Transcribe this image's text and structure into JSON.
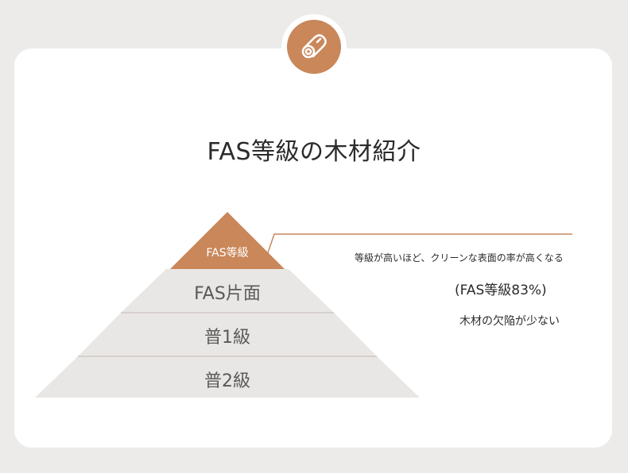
{
  "title": "FAS等級の木材紹介",
  "icon": {
    "name": "log-icon",
    "color": "#c9875a"
  },
  "pyramid": {
    "top_label": "FAS等級",
    "tiers": [
      "FAS片面",
      "普1級",
      "普2級"
    ]
  },
  "description": {
    "line1": "等級が高いほど、クリーンな表面の率が高くなる",
    "line2": "(FAS等級83%)",
    "line3": "木材の欠陥が少ない"
  },
  "colors": {
    "accent": "#c9875a",
    "tier_fill": "#e9e7e5",
    "divider": "#cfc9c3",
    "background": "#ecebea"
  }
}
